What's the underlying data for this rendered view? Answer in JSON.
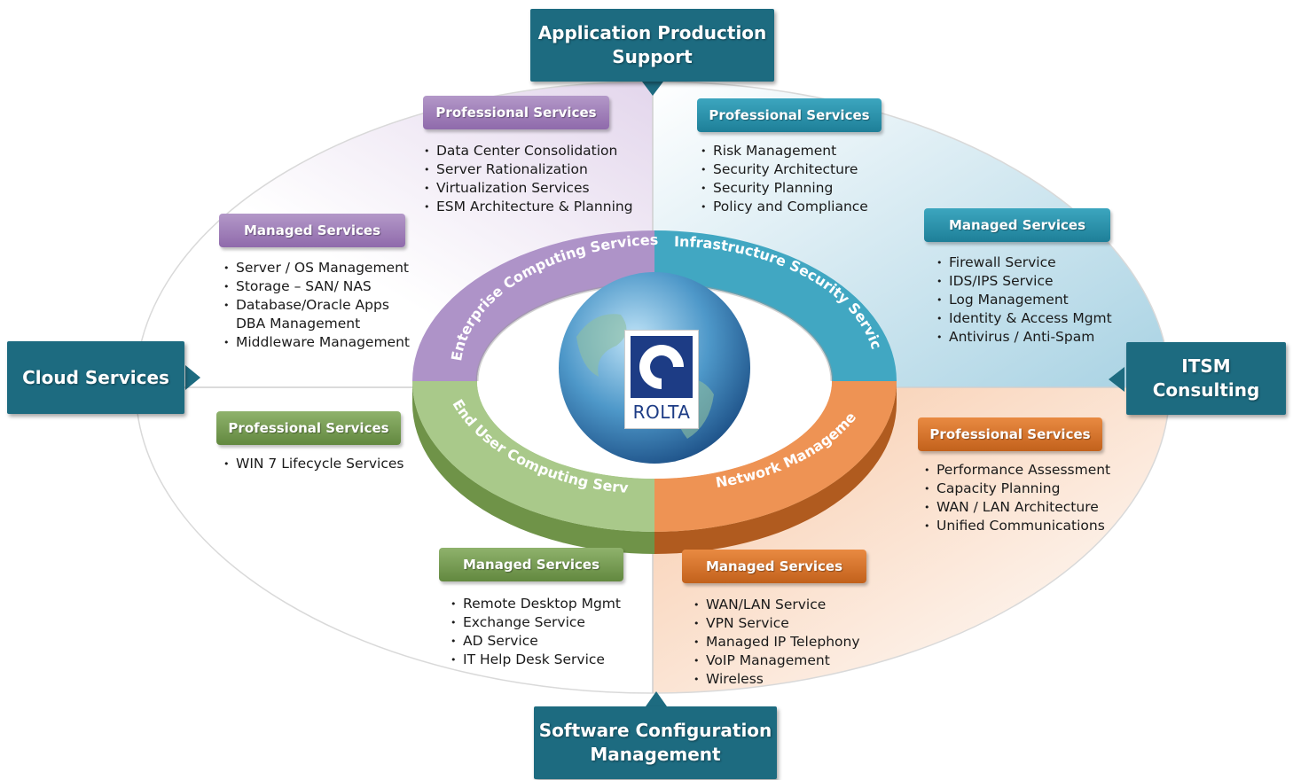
{
  "corners": {
    "top": "Application Production Support",
    "left": "Cloud Services",
    "right": "ITSM Consulting",
    "bottom": "Software Configuration Management"
  },
  "ring": {
    "enterprise": "Enterprise Computing Services",
    "infrastructure": "Infrastructure Security Services",
    "enduser": "End User Computing Services",
    "network": "Network Management"
  },
  "logo": {
    "text": "ROLTA"
  },
  "colors": {
    "teal": "#1d6b80",
    "purple": "#a585bf",
    "teal_light": "#2d96b0",
    "green": "#79a053",
    "orange": "#d9742c"
  },
  "sections": {
    "enterprise_prof": {
      "tag": "Professional Services",
      "items": [
        "Data Center Consolidation",
        "Server Rationalization",
        "Virtualization Services",
        "ESM Architecture & Planning"
      ]
    },
    "enterprise_managed": {
      "tag": "Managed Services",
      "items": [
        "Server / OS Management",
        "Storage – SAN/ NAS",
        "Database/Oracle Apps DBA Management",
        "Middleware Management"
      ]
    },
    "security_prof": {
      "tag": "Professional Services",
      "items": [
        "Risk Management",
        "Security Architecture",
        "Security Planning",
        "Policy and Compliance"
      ]
    },
    "security_managed": {
      "tag": "Managed Services",
      "items": [
        "Firewall Service",
        "IDS/IPS Service",
        "Log Management",
        "Identity & Access Mgmt",
        "Antivirus / Anti-Spam"
      ]
    },
    "enduser_prof": {
      "tag": "Professional Services",
      "items": [
        "WIN 7 Lifecycle Services"
      ]
    },
    "enduser_managed": {
      "tag": "Managed Services",
      "items": [
        "Remote Desktop Mgmt",
        "Exchange Service",
        "AD Service",
        "IT Help Desk Service"
      ]
    },
    "network_prof": {
      "tag": "Professional Services",
      "items": [
        "Performance Assessment",
        "Capacity Planning",
        "WAN / LAN  Architecture",
        "Unified Communications"
      ]
    },
    "network_managed": {
      "tag": "Managed Services",
      "items": [
        "WAN/LAN Service",
        "VPN Service",
        "Managed IP Telephony",
        "VoIP Management",
        "Wireless"
      ]
    }
  }
}
